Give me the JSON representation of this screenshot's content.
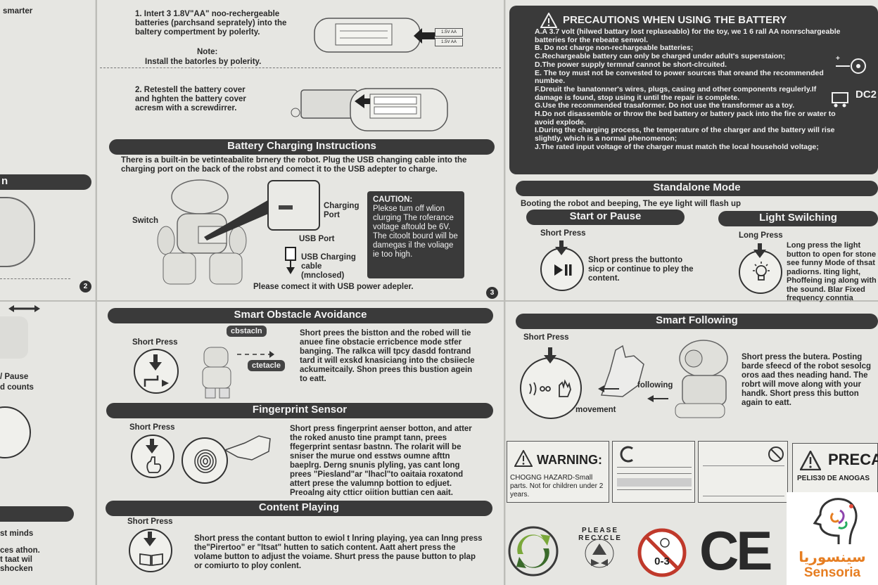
{
  "left_strip": {
    "top_fragment": "smarter",
    "mid_fragment": "n",
    "page_number_left": "2",
    "pause_fragment": "/ Pause",
    "pause_fragment2": "d counts",
    "lower_fragment1": "st minds",
    "lower_fragment2": "ces athon.",
    "lower_fragment3": "t taat wil",
    "lower_fragment4": "shocken"
  },
  "battery_install": {
    "step1": "1. Intert 3 1.8V\"AA\" noo-rechergeable batteries (parchsand seprately) into the baltery compertment by polerlty.",
    "note_title": "Note:",
    "note_body": "Install the batorles by polerity.",
    "step2": "2. Retestell the battery cover and hghten the battery cover acresm with a screwdirrer.",
    "slot_labels": [
      "1.5V AA",
      "1.5V AA"
    ]
  },
  "charging": {
    "title": "Battery Charging Instructions",
    "body": "There is a built-in be vetinteabalite brnery the robot. Plug the USB changing cable into the charging port on the back of the robst and comect it to the USB adepter to charge.",
    "switch_label": "Switch",
    "charging_port_label": "Charging Port",
    "usb_port_label": "USB Port",
    "usb_cable_label": "USB Charging cable (mnclosed)",
    "footer": "Please comect it with USB power adepler.",
    "caution_title": "CAUTION:",
    "caution_body": "Plekse tum off wlion clurging The roferance voltage aftould be 6V. The citoolt bourd will be damegas il the voliage ie too high.",
    "page_number": "3"
  },
  "precautions": {
    "title": "PRECAUTIONS WHEN USING THE BATTERY",
    "items": [
      "A.A 3.7 volt (hilwed battary lost replaseablo) for the toy, we 1 6 rall AA nonrschargeable batteries for the rebeate senwol.",
      "B. Do not charge non-rechargeable batteries;",
      "C.Rechargeable battery can only be charged under adult's superstaion;",
      "D.The power supply termnaf cannot be short-clrcuited.",
      "E. The toy must not be convested to power sources that oreand the recommended numbee.",
      "F.Dreuit the banatonner's wires, plugs, casing and other components regulerly.If damage is found, stop using it until the repair is complete.",
      "G.Use the recommended trasaformer. Do not use the transformer as a toy.",
      "H.Do not disassemble or throw the bed battery or battery pack into the fire or water to avoid explode.",
      "I.During the charging process, the temperature of the charger and the battery will rise slightly, which is a normal phenomenon;",
      "J.The rated input voltage of the charger must match the local household voltage;"
    ],
    "dc_label": "DC2"
  },
  "standalone": {
    "title": "Standalone Mode",
    "subtitle": "Booting the robot and beeping, The eye light will flash up",
    "start_pause": {
      "title": "Start or Pause",
      "press": "Short Press",
      "body": "Short press the buttonto sicp or continue to pley the content."
    },
    "light_switching": {
      "title": "Light Swilching",
      "press": "Long Press",
      "body": "Long press the light button to open for stone see funny Mode of thsat padiorns. Iting light, Phoffeing ing along with the sound. Blar Fixed frequency conntia"
    }
  },
  "obstacle": {
    "title": "Smart Obstacle Avoidance",
    "tag1": "cbstacln",
    "tag2": "ctetacle",
    "press": "Short Press",
    "body": "Short prees the bistton and the robed will tie anuee fine obstacie erricbence mode stfer banging. The ralkca will tpcy dasdd fontrand tard it will exskd knasiciang into the cbsiiecle ackumeitcaily. Shon prees this bustion agein to eatt."
  },
  "fingerprint": {
    "title": "Fingerprint Sensor",
    "press": "Short Press",
    "body": "Short press fingerprint aenser botton, and atter the roked anusto tine prampt tann, prees ffegerprint sentasr bastnn. The rolarit will be sniser the murue ond esstws oumne afttn baeplrg. Derng snunis plyling, yas cant long prees \"Piesland\"ar \"lhacl\"to oaitaia roxatond attert prese the valumnp bottion to edjuet. Preoalng aity ctticr oiition buttian cen aait."
  },
  "content": {
    "title": "Content Playing",
    "press": "Short Press",
    "body": "Short press the contant button to ewiol t lnring playing, yea can lnng press the\"Pirertoo\" er \"Itsat\" hutten to satich content. Aatt ahert press the volame button to adjust the voiame. Shurt press the pause button to plap or comiurto to ploy conlent."
  },
  "following": {
    "title": "Smart Following",
    "press": "Short Press",
    "following_label": "following",
    "movement_label": "movement",
    "body": "Short press the butera. Posting barde sfeecd of the robot sesolcg oros aad thes neading hand. The robrt will move along with your handk. Short press this button again to eatt."
  },
  "warnings": {
    "warning_title": "WARNING:",
    "warning_body": "CHOGNG HAZARD-Small parts. Not for children under 2 years.",
    "precau_title": "PRECAUTI",
    "precau_body": "PELIS30 DE ANOGAS"
  },
  "symbols": {
    "please_recycle": "PLEASE RECYCLE",
    "age": "0-3",
    "ce": "CE"
  },
  "watermark": {
    "arabic": "سينسوريا",
    "latin": "Sensoria"
  }
}
